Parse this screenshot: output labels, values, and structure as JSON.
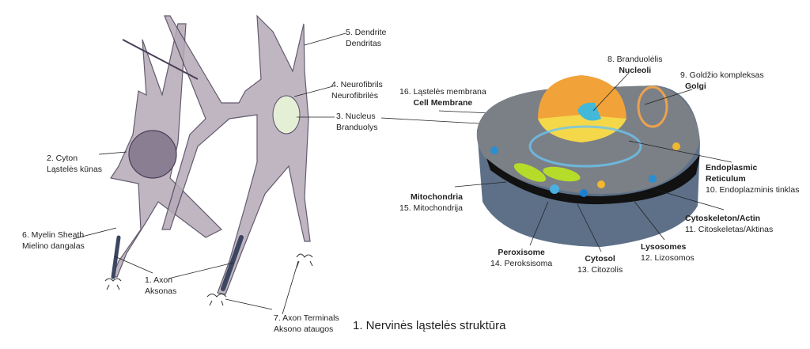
{
  "caption": "1. Nervinės ląstelės struktūra",
  "neuron_labels": {
    "axon": [
      "1. Axon",
      "Aksonas"
    ],
    "cyton": [
      "2. Cyton",
      "Ląstelės kūnas"
    ],
    "nucleus": [
      "3. Nucleus",
      "Branduolys"
    ],
    "neurofibrils": [
      "4. Neurofibrils",
      "Neurofibrilės"
    ],
    "dendrite": [
      "5. Dendrite",
      "Dendritas"
    ],
    "myelin": [
      "6. Myelin Sheath",
      "Mielino dangalas"
    ],
    "terminals": [
      "7. Axon Terminals",
      "Aksono ataugos"
    ]
  },
  "cell_labels": {
    "nucleoli": [
      "8. Branduolėlis",
      "Nucleoli"
    ],
    "golgi": [
      "9. Goldžio kompleksas",
      "Golgi"
    ],
    "er": [
      "Endoplasmic",
      "Reticulum",
      "10. Endoplazminis tinklas"
    ],
    "cytoskeleton": [
      "Cytoskeleton/Actin",
      "11. Citoskeletas/Aktinas"
    ],
    "lysosomes": [
      "Lysosomes",
      "12. Lizosomos"
    ],
    "cytosol": [
      "Cytosol",
      "13. Citozolis"
    ],
    "peroxisome": [
      "Peroxisome",
      "14. Peroksisoma"
    ],
    "mitochondria": [
      "Mitochondria",
      "15. Mitochondrija"
    ],
    "membrane": [
      "16. Ląstelės membrana",
      "Cell Membrane"
    ]
  }
}
